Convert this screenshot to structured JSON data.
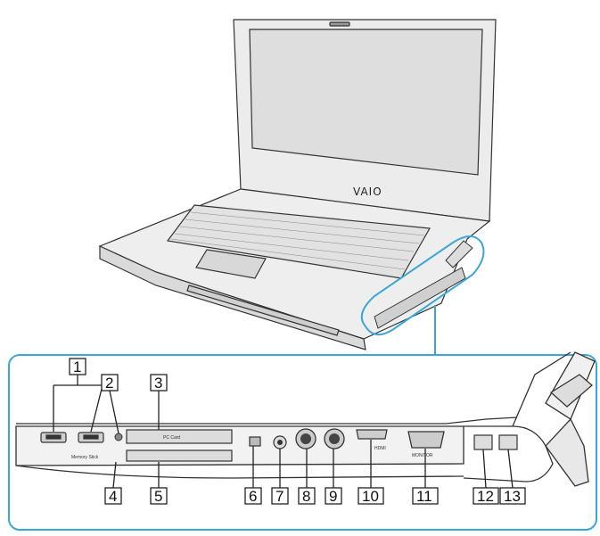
{
  "laptop": {
    "brand_logo": "VAIO",
    "card_slot_text": "PC Card",
    "memory_slot_text": "Memory Stick",
    "monitor_port_text": "MONITOR",
    "hdmi_text": "HDMI"
  },
  "callouts": [
    {
      "id": "1",
      "label": "1"
    },
    {
      "id": "2",
      "label": "2"
    },
    {
      "id": "3",
      "label": "3"
    },
    {
      "id": "4",
      "label": "4"
    },
    {
      "id": "5",
      "label": "5"
    },
    {
      "id": "6",
      "label": "6"
    },
    {
      "id": "7",
      "label": "7"
    },
    {
      "id": "8",
      "label": "8"
    },
    {
      "id": "9",
      "label": "9"
    },
    {
      "id": "10",
      "label": "10"
    },
    {
      "id": "11",
      "label": "11"
    },
    {
      "id": "12",
      "label": "12"
    },
    {
      "id": "13",
      "label": "13"
    }
  ],
  "colors": {
    "highlight": "#3aa7d6",
    "outline": "#333333",
    "screen": "#dcdcdc",
    "body": "#e6e6e6"
  }
}
